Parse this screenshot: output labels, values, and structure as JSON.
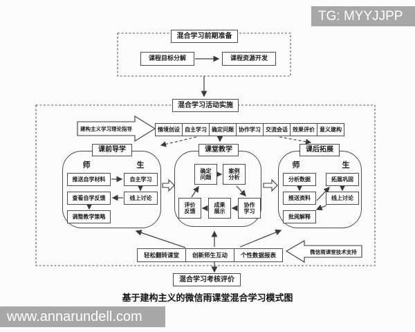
{
  "watermarks": {
    "top": "TG: MYYJJPP",
    "bottom": "www.annarundell.com"
  },
  "caption": "基于建构主义的微信雨课堂混合学习模式图",
  "preparation": {
    "title": "混合学习前期准备",
    "goal_box": "课程目标分解",
    "resource_box": "课程资源开发"
  },
  "implementation": {
    "title": "混合学习活动实施",
    "theory_label": "建构主义学习理论指导",
    "process_steps": [
      "情境创设",
      "自主学习",
      "确定问题",
      "协作学习",
      "交流会话",
      "效果评价",
      "意义建构"
    ],
    "pre_class": {
      "title": "课前导学",
      "teacher_label": "师",
      "student_label": "生",
      "teacher_steps": [
        "推送自学材料",
        "查看自学反馈",
        "调整教学策略"
      ],
      "student_steps": [
        "自主学习",
        "线上讨论"
      ]
    },
    "in_class": {
      "title": "课堂教学",
      "cycle": [
        "确定问题",
        "案例分析",
        "协作学习",
        "成果展示",
        "评价反馈"
      ]
    },
    "post_class": {
      "title": "课后拓展",
      "teacher_label": "师",
      "student_label": "生",
      "teacher_steps": [
        "分析数据",
        "推送资料",
        "批阅解释"
      ],
      "student_steps": [
        "拓展巩固",
        "线上讨论"
      ]
    },
    "support_row": [
      "轻松翻转课堂",
      "创新师生互动",
      "个性数据报表"
    ],
    "tech_label": "微信雨课堂技术支持"
  },
  "assessment": {
    "title": "混合学习考核评价"
  }
}
